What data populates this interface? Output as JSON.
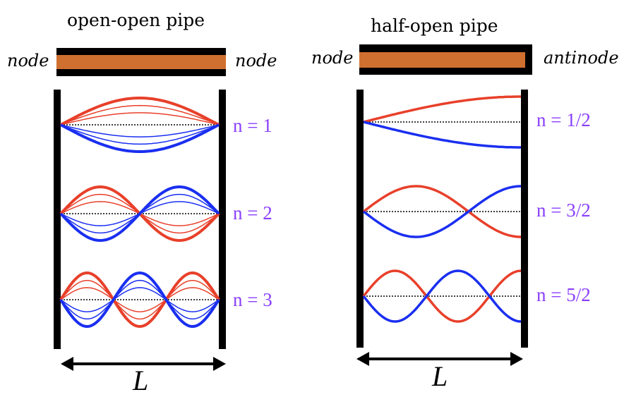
{
  "colors": {
    "positive": "#e8402a",
    "negative": "#1a2ff0",
    "label": "#8a3ffc",
    "pipe": "#d07030",
    "wall": "#000000"
  },
  "left": {
    "title": "open-open pipe",
    "left_end": "node",
    "right_end": "node",
    "modes": [
      {
        "label": "n = 1",
        "n": 1
      },
      {
        "label": "n = 2",
        "n": 2
      },
      {
        "label": "n = 3",
        "n": 3
      }
    ],
    "length_label": "L"
  },
  "right": {
    "title": "half-open pipe",
    "left_end": "node",
    "right_end": "antinode",
    "modes": [
      {
        "label": "n = 1/2",
        "n": 0.5
      },
      {
        "label": "n = 3/2",
        "n": 1.5
      },
      {
        "label": "n = 5/2",
        "n": 2.5
      }
    ],
    "length_label": "L"
  }
}
